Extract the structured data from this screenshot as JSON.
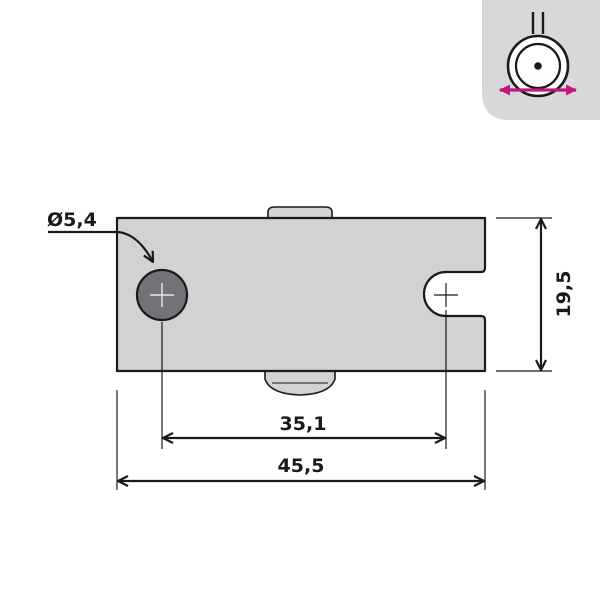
{
  "dimensions": {
    "hole_diameter": "Ø5,4",
    "hole_spacing": "35,1",
    "overall_length": "45,5",
    "height": "19,5"
  },
  "colors": {
    "body_fill": "#d2d2d4",
    "hole_fill": "#737377",
    "line": "#1a1a1a",
    "badge_bg": "#d8d8da",
    "arrow_accent": "#c0187f"
  },
  "icons": {
    "badge": "pulley-lateral-movement-icon"
  }
}
